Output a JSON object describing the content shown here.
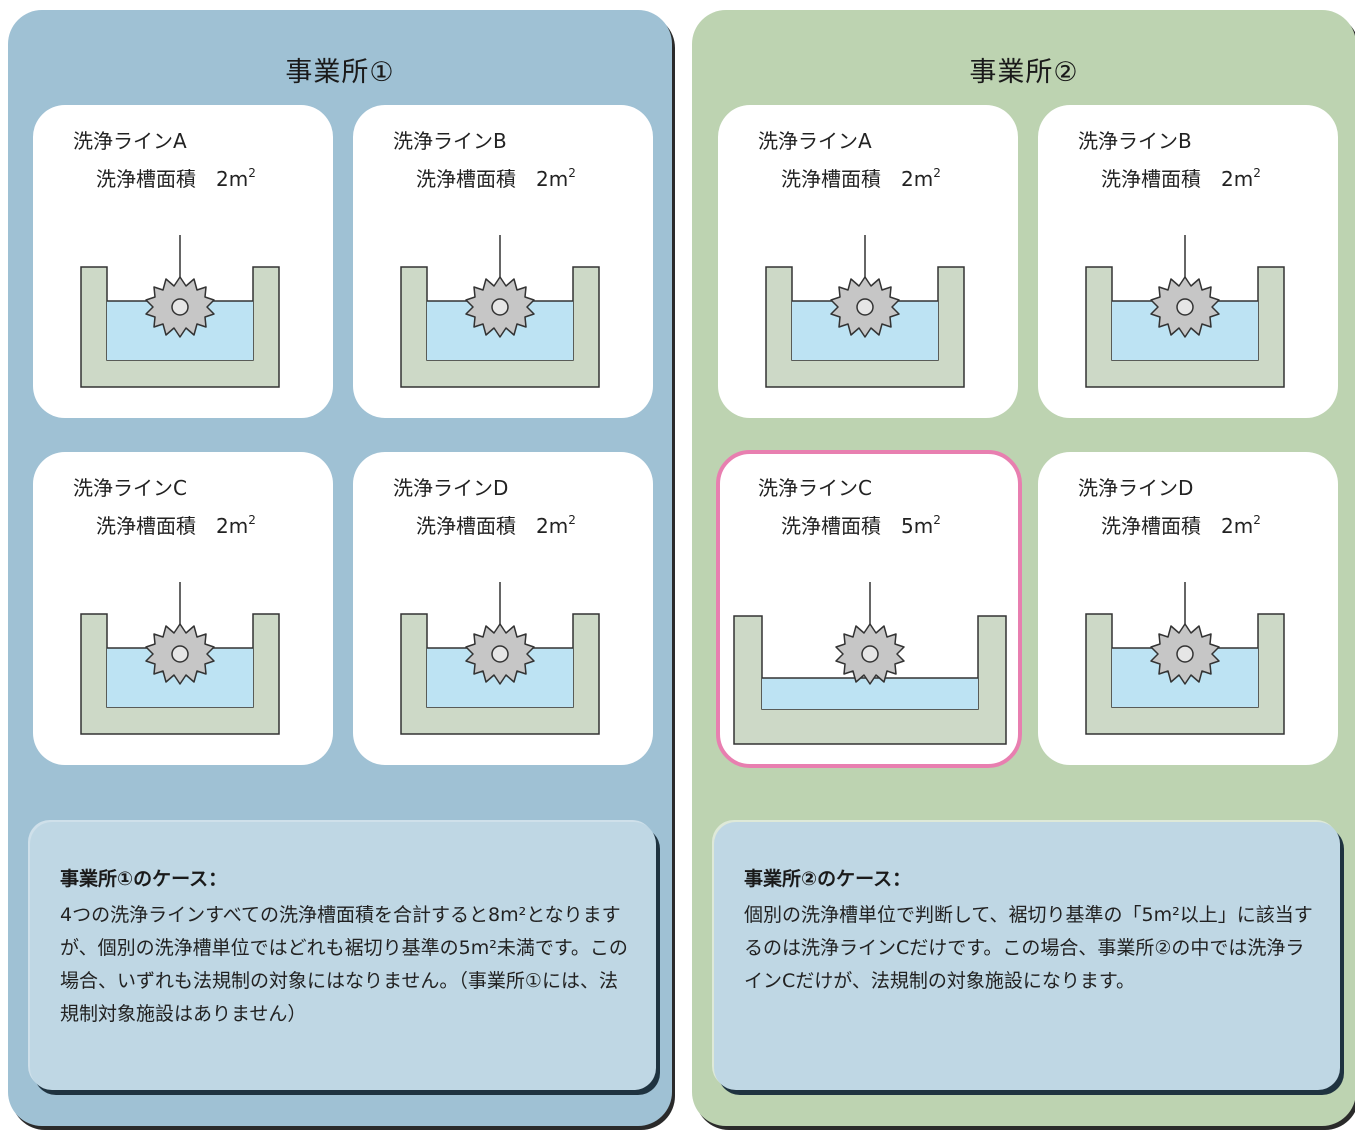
{
  "colors": {
    "panel1_bg": "#9fc1d4",
    "panel2_bg": "#bdd3b1",
    "card_bg": "#ffffff",
    "highlight_border": "#e87fb0",
    "tank_wall": "#cdd9c7",
    "water": "#bde3f3",
    "gear": "#c6c6c6",
    "case_box_bg": "#bfd7e4"
  },
  "area_prefix": "洗浄槽面積",
  "area_unit": "m",
  "area_unit_exp": "2",
  "facilities": [
    {
      "title": "事業所①",
      "lines": [
        {
          "name": "洗浄ラインA",
          "area": "2"
        },
        {
          "name": "洗浄ラインB",
          "area": "2"
        },
        {
          "name": "洗浄ラインC",
          "area": "2"
        },
        {
          "name": "洗浄ラインD",
          "area": "2"
        }
      ],
      "case_heading": "事業所①のケース：",
      "case_text": "4つの洗浄ラインすべての洗浄槽面積を合計すると8m²となりますが、個別の洗浄槽単位ではどれも裾切り基準の5m²未満です。この場合、いずれも法規制の対象にはなりません。（事業所①には、法規制対象施設はありません）"
    },
    {
      "title": "事業所②",
      "lines": [
        {
          "name": "洗浄ラインA",
          "area": "2"
        },
        {
          "name": "洗浄ラインB",
          "area": "2"
        },
        {
          "name": "洗浄ラインC",
          "area": "5",
          "highlighted": true
        },
        {
          "name": "洗浄ラインD",
          "area": "2"
        }
      ],
      "case_heading": "事業所②のケース：",
      "case_text": "個別の洗浄槽単位で判断して、裾切り基準の「5m²以上」に該当するのは洗浄ラインCだけです。この場合、事業所②の中では洗浄ラインCだけが、法規制の対象施設になります。"
    }
  ]
}
